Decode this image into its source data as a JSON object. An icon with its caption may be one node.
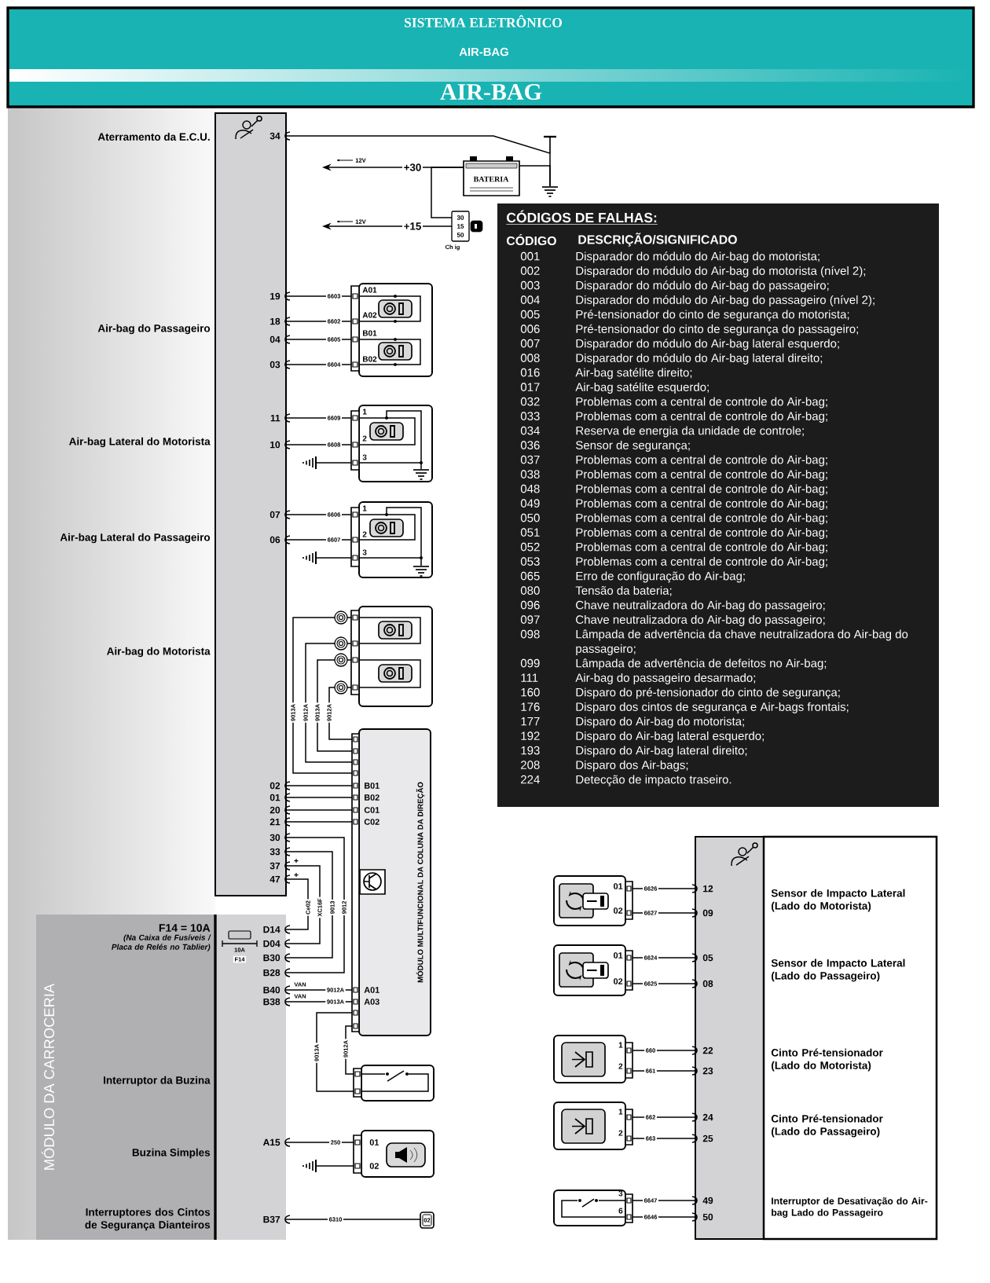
{
  "diagram": {
    "nodes": [
      {
        "text": [
          "SISTEMA ELETRÔNICO",
          "AIR-BAG",
          "AIR-BAG"
        ]
      },
      {
        "text": [],
        "shape": "bar"
      },
      {
        "text": [
          "MÓDULO DA CARROCERIA"
        ]
      },
      {
        "text": [
          "BATERIA"
        ]
      },
      {
        "text": [
          "30",
          "15",
          "50"
        ],
        "beside": [
          "Ch ig"
        ]
      },
      {
        "text": [
          "A01",
          "A02",
          "B01",
          "B02"
        ]
      },
      {
        "text": [
          "1",
          "2",
          "3"
        ]
      },
      {
        "text": [
          "1",
          "2",
          "3"
        ]
      },
      {
        "text": [],
        "shape": "box"
      },
      {
        "text": [
          "B01",
          "B02",
          "C01",
          "C02",
          "A01",
          "A03",
          "MÓDULO MULTIFUNCIONAL DA COLUNA DA DIREÇÃO"
        ]
      },
      {
        "text": [],
        "shape": "box"
      },
      {
        "text": [
          "01",
          "02"
        ]
      },
      {
        "text": [
          "02"
        ]
      },
      {
        "text": [],
        "shape": "bar"
      },
      {
        "text": [
          "01",
          "02"
        ]
      },
      {
        "text": [
          "01",
          "02"
        ]
      },
      {
        "text": [
          "1",
          "2"
        ]
      },
      {
        "text": [
          "1",
          "2"
        ]
      },
      {
        "text": [
          "3",
          "6"
        ]
      },
      {
        "text": [
          "CÓDIGOS DE FALHAS:",
          "CÓDIGO",
          "DESCRIÇÃO/SIGNIFICADO",
          "001",
          "Disparador do módulo do Air-bag do motorista;",
          "002",
          "Disparador do módulo do Air-bag do motorista (nível 2);",
          "003",
          "Disparador do módulo do Air-bag do passageiro;",
          "004",
          "Disparador do módulo do Air-bag do passageiro (nível 2);",
          "005",
          "Pré-tensionador do cinto de segurança do motorista;",
          "006",
          "Pré-tensionador do cinto de segurança do passageiro;",
          "007",
          "Disparador do módulo do Air-bag lateral esquerdo;",
          "008",
          "Disparador do módulo do Air-bag lateral direito;",
          "016",
          "Air-bag satélite direito;",
          "017",
          "Air-bag satélite esquerdo;",
          "032",
          "Problemas com a central de controle do Air-bag;",
          "033",
          "Problemas com a central de controle do Air-bag;",
          "034",
          "Reserva de energia da unidade de controle;",
          "036",
          "Sensor de segurança;",
          "037",
          "Problemas com a central de controle do Air-bag;",
          "038",
          "Problemas com a central de controle do Air-bag;",
          "048",
          "Problemas com a central de controle do Air-bag;",
          "049",
          "Problemas com a central de controle do Air-bag;",
          "050",
          "Problemas com a central de controle do Air-bag;",
          "051",
          "Problemas com a central de controle do Air-bag;",
          "052",
          "Problemas com a central de controle do Air-bag;",
          "053",
          "Problemas com a central de controle do Air-bag;",
          "065",
          "Erro de configuração do Air-bag;",
          "080",
          "Tensão da bateria;",
          "096",
          "Chave neutralizadora do Air-bag do passageiro;",
          "097",
          "Chave neutralizadora do Air-bag do passageiro;",
          "098",
          "Lâmpada de advertência da chave neutralizadora do Air-bag do passageiro;",
          "099",
          "Lâmpada de advertência de defeitos no Air-bag;",
          "111",
          "Air-bag do passageiro desarmado;",
          "160",
          "Disparo do pré-tensionador do cinto de segurança;",
          "176",
          "Disparo dos cintos de segurança e Air-bags frontais;",
          "177",
          "Disparo do Air-bag do motorista;",
          "192",
          "Disparo do Air-bag lateral esquerdo;",
          "193",
          "Disparo do Air-bag lateral direito;",
          "208",
          "Disparo dos Air-bags;",
          "224",
          "Detecção de impacto traseiro."
        ]
      },
      {
        "text": [
          "10A",
          "F14"
        ],
        "in": 2
      },
      {
        "text": [],
        "shape": "ground"
      },
      {
        "text": [],
        "shape": "circle"
      },
      {
        "text": [],
        "shape": "circle"
      },
      {
        "text": [],
        "shape": "circle"
      },
      {
        "text": [],
        "shape": "circle"
      }
    ],
    "edges": [
      {
        "from": 1,
        "to": 21,
        "arrow": "none"
      },
      {
        "from": 3,
        "to": 21,
        "arrow": "none"
      },
      {
        "from": 3,
        "to": null,
        "arrow": "to",
        "label": "+30"
      },
      {
        "from": 3,
        "to": 4,
        "arrow": "none"
      },
      {
        "from": 4,
        "to": null,
        "arrow": "to",
        "label": "+15"
      },
      {
        "from": 1,
        "to": 5,
        "arrow": "none",
        "label": "6603"
      },
      {
        "from": 1,
        "to": 5,
        "arrow": "none",
        "label": "6602"
      },
      {
        "from": 1,
        "to": 5,
        "arrow": "none",
        "label": "6605"
      },
      {
        "from": 1,
        "to": 5,
        "arrow": "none",
        "label": "6604"
      },
      {
        "from": 1,
        "to": 6,
        "arrow": "none",
        "label": "6609"
      },
      {
        "from": 1,
        "to": 6,
        "arrow": "none",
        "label": "6608"
      },
      {
        "from": null,
        "to": 6,
        "arrow": "none"
      },
      {
        "from": 1,
        "to": 7,
        "arrow": "none",
        "label": "6606"
      },
      {
        "from": 1,
        "to": 7,
        "arrow": "none",
        "label": "6607"
      },
      {
        "from": null,
        "to": 7,
        "arrow": "none"
      },
      {
        "from": 22,
        "to": 9,
        "arrow": "none",
        "label": "9013A"
      },
      {
        "from": 23,
        "to": 9,
        "arrow": "none",
        "label": "9012A"
      },
      {
        "from": 24,
        "to": 9,
        "arrow": "none",
        "label": "9013A"
      },
      {
        "from": 25,
        "to": 9,
        "arrow": "none",
        "label": "9012A"
      },
      {
        "from": 1,
        "to": 9,
        "arrow": "none"
      },
      {
        "from": 1,
        "to": 9,
        "arrow": "none"
      },
      {
        "from": 1,
        "to": 9,
        "arrow": "none"
      },
      {
        "from": 1,
        "to": 9,
        "arrow": "none"
      },
      {
        "from": 1,
        "to": 2,
        "arrow": "none",
        "label": "9012"
      },
      {
        "from": 1,
        "to": 2,
        "arrow": "none",
        "label": "9013"
      },
      {
        "from": 1,
        "to": 2,
        "arrow": "none",
        "label": "XC16F"
      },
      {
        "from": 1,
        "to": 2,
        "arrow": "none",
        "label": "Ce02"
      },
      {
        "from": 2,
        "to": 9,
        "arrow": "none",
        "label": "9012A"
      },
      {
        "from": 2,
        "to": 9,
        "arrow": "none",
        "label": "9013A"
      },
      {
        "from": 9,
        "to": 10,
        "arrow": "none",
        "label": "9013A"
      },
      {
        "from": 9,
        "to": 10,
        "arrow": "none",
        "label": "9012A"
      },
      {
        "from": 2,
        "to": 11,
        "arrow": "none",
        "label": "250"
      },
      {
        "from": null,
        "to": 11,
        "arrow": "none"
      },
      {
        "from": 2,
        "to": 12,
        "arrow": "none",
        "label": "6310"
      },
      {
        "from": 14,
        "to": 13,
        "arrow": "none",
        "label": "6626"
      },
      {
        "from": 14,
        "to": 13,
        "arrow": "none",
        "label": "6627"
      },
      {
        "from": 15,
        "to": 13,
        "arrow": "none",
        "label": "6624"
      },
      {
        "from": 15,
        "to": 13,
        "arrow": "none",
        "label": "6625"
      },
      {
        "from": 16,
        "to": 13,
        "arrow": "none",
        "label": "660"
      },
      {
        "from": 16,
        "to": 13,
        "arrow": "none",
        "label": "661"
      },
      {
        "from": 17,
        "to": 13,
        "arrow": "none",
        "label": "662"
      },
      {
        "from": 17,
        "to": 13,
        "arrow": "none",
        "label": "663"
      },
      {
        "from": 18,
        "to": 13,
        "arrow": "none",
        "label": "6647"
      },
      {
        "from": 18,
        "to": 13,
        "arrow": "none",
        "label": "6646"
      },
      {
        "from": 8,
        "to": 22,
        "arrow": "none"
      },
      {
        "from": 8,
        "to": 23,
        "arrow": "none"
      },
      {
        "from": 8,
        "to": 24,
        "arrow": "none"
      },
      {
        "from": 8,
        "to": 25,
        "arrow": "none"
      }
    ],
    "labels": [
      "Aterramento da E.C.U.",
      "34",
      "12V",
      "12V",
      "Air-bag do Passageiro",
      "19",
      "18",
      "04",
      "03",
      "Air-bag Lateral do Motorista",
      "11",
      "10",
      "Air-bag Lateral do Passageiro",
      "07",
      "06",
      "Air-bag do Motorista",
      "02",
      "01",
      "20",
      "21",
      "30",
      "33",
      "37",
      "47",
      "+",
      "+",
      "F14 = 10A",
      "(Na Caixa de Fusíveis / Placa de Relés no Tablier)",
      "D14",
      "D04",
      "B30",
      "B28",
      "B40",
      "B38",
      "VAN",
      "VAN",
      "Interruptor da Buzina",
      "Buzina Simples",
      "A15",
      "Interruptores dos Cintos de Segurança Dianteiros",
      "B37",
      "12",
      "09",
      "Sensor de Impacto Lateral (Lado do Motorista)",
      "05",
      "08",
      "Sensor de Impacto Lateral (Lado do Passageiro)",
      "22",
      "23",
      "Cinto Pré-tensionador (Lado do Motorista)",
      "24",
      "25",
      "Cinto Pré-tensionador (Lado do Passageiro)",
      "49",
      "50",
      "Interruptor de Desativação do Air-bag Lado do Passageiro"
    ]
  }
}
